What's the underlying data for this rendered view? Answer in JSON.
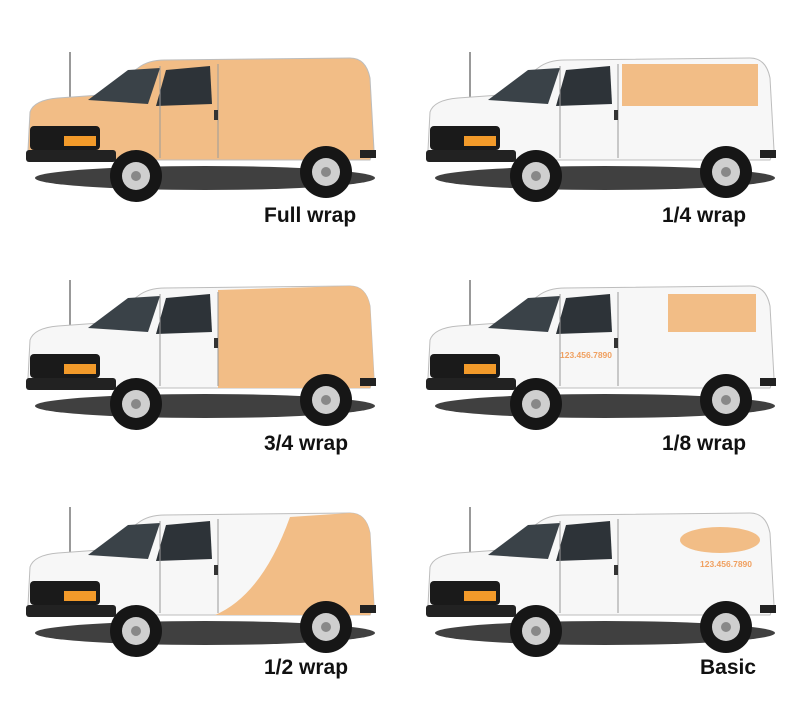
{
  "colors": {
    "wrap": "#f2bd86",
    "wrap_dark": "#e6a86c",
    "body": "#f7f7f7",
    "tire": "#161616",
    "phone_text": "#f0a060"
  },
  "panels": [
    {
      "label": "Full wrap",
      "wrap_type": "full"
    },
    {
      "label": "1/4 wrap",
      "wrap_type": "quarter",
      "phone": ""
    },
    {
      "label": "3/4 wrap",
      "wrap_type": "three-quarter"
    },
    {
      "label": "1/8 wrap",
      "wrap_type": "eighth",
      "phone": "123.456.7890"
    },
    {
      "label": "1/2 wrap",
      "wrap_type": "half"
    },
    {
      "label": "Basic",
      "wrap_type": "basic",
      "phone": "123.456.7890"
    }
  ]
}
